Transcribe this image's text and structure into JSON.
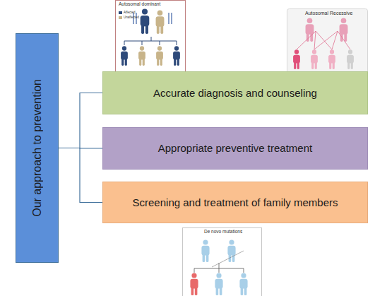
{
  "diagram": {
    "nodes": [
      {
        "text": [
          "Our approach to prevention"
        ]
      },
      {
        "text": [
          "Accurate diagnosis and counseling"
        ]
      },
      {
        "text": [
          "Appropriate preventive treatment"
        ]
      },
      {
        "text": [
          "Screening and treatment of family members"
        ]
      }
    ],
    "edges": [
      {
        "from": 0,
        "to": 1,
        "arrow": "none"
      },
      {
        "from": 0,
        "to": 2,
        "arrow": "none"
      },
      {
        "from": 0,
        "to": 3,
        "arrow": "none"
      }
    ],
    "labels": [
      "Autosomal dominant",
      "Affected",
      "Unaffected",
      "Autosomal Recessive",
      "De novo mutations"
    ]
  }
}
